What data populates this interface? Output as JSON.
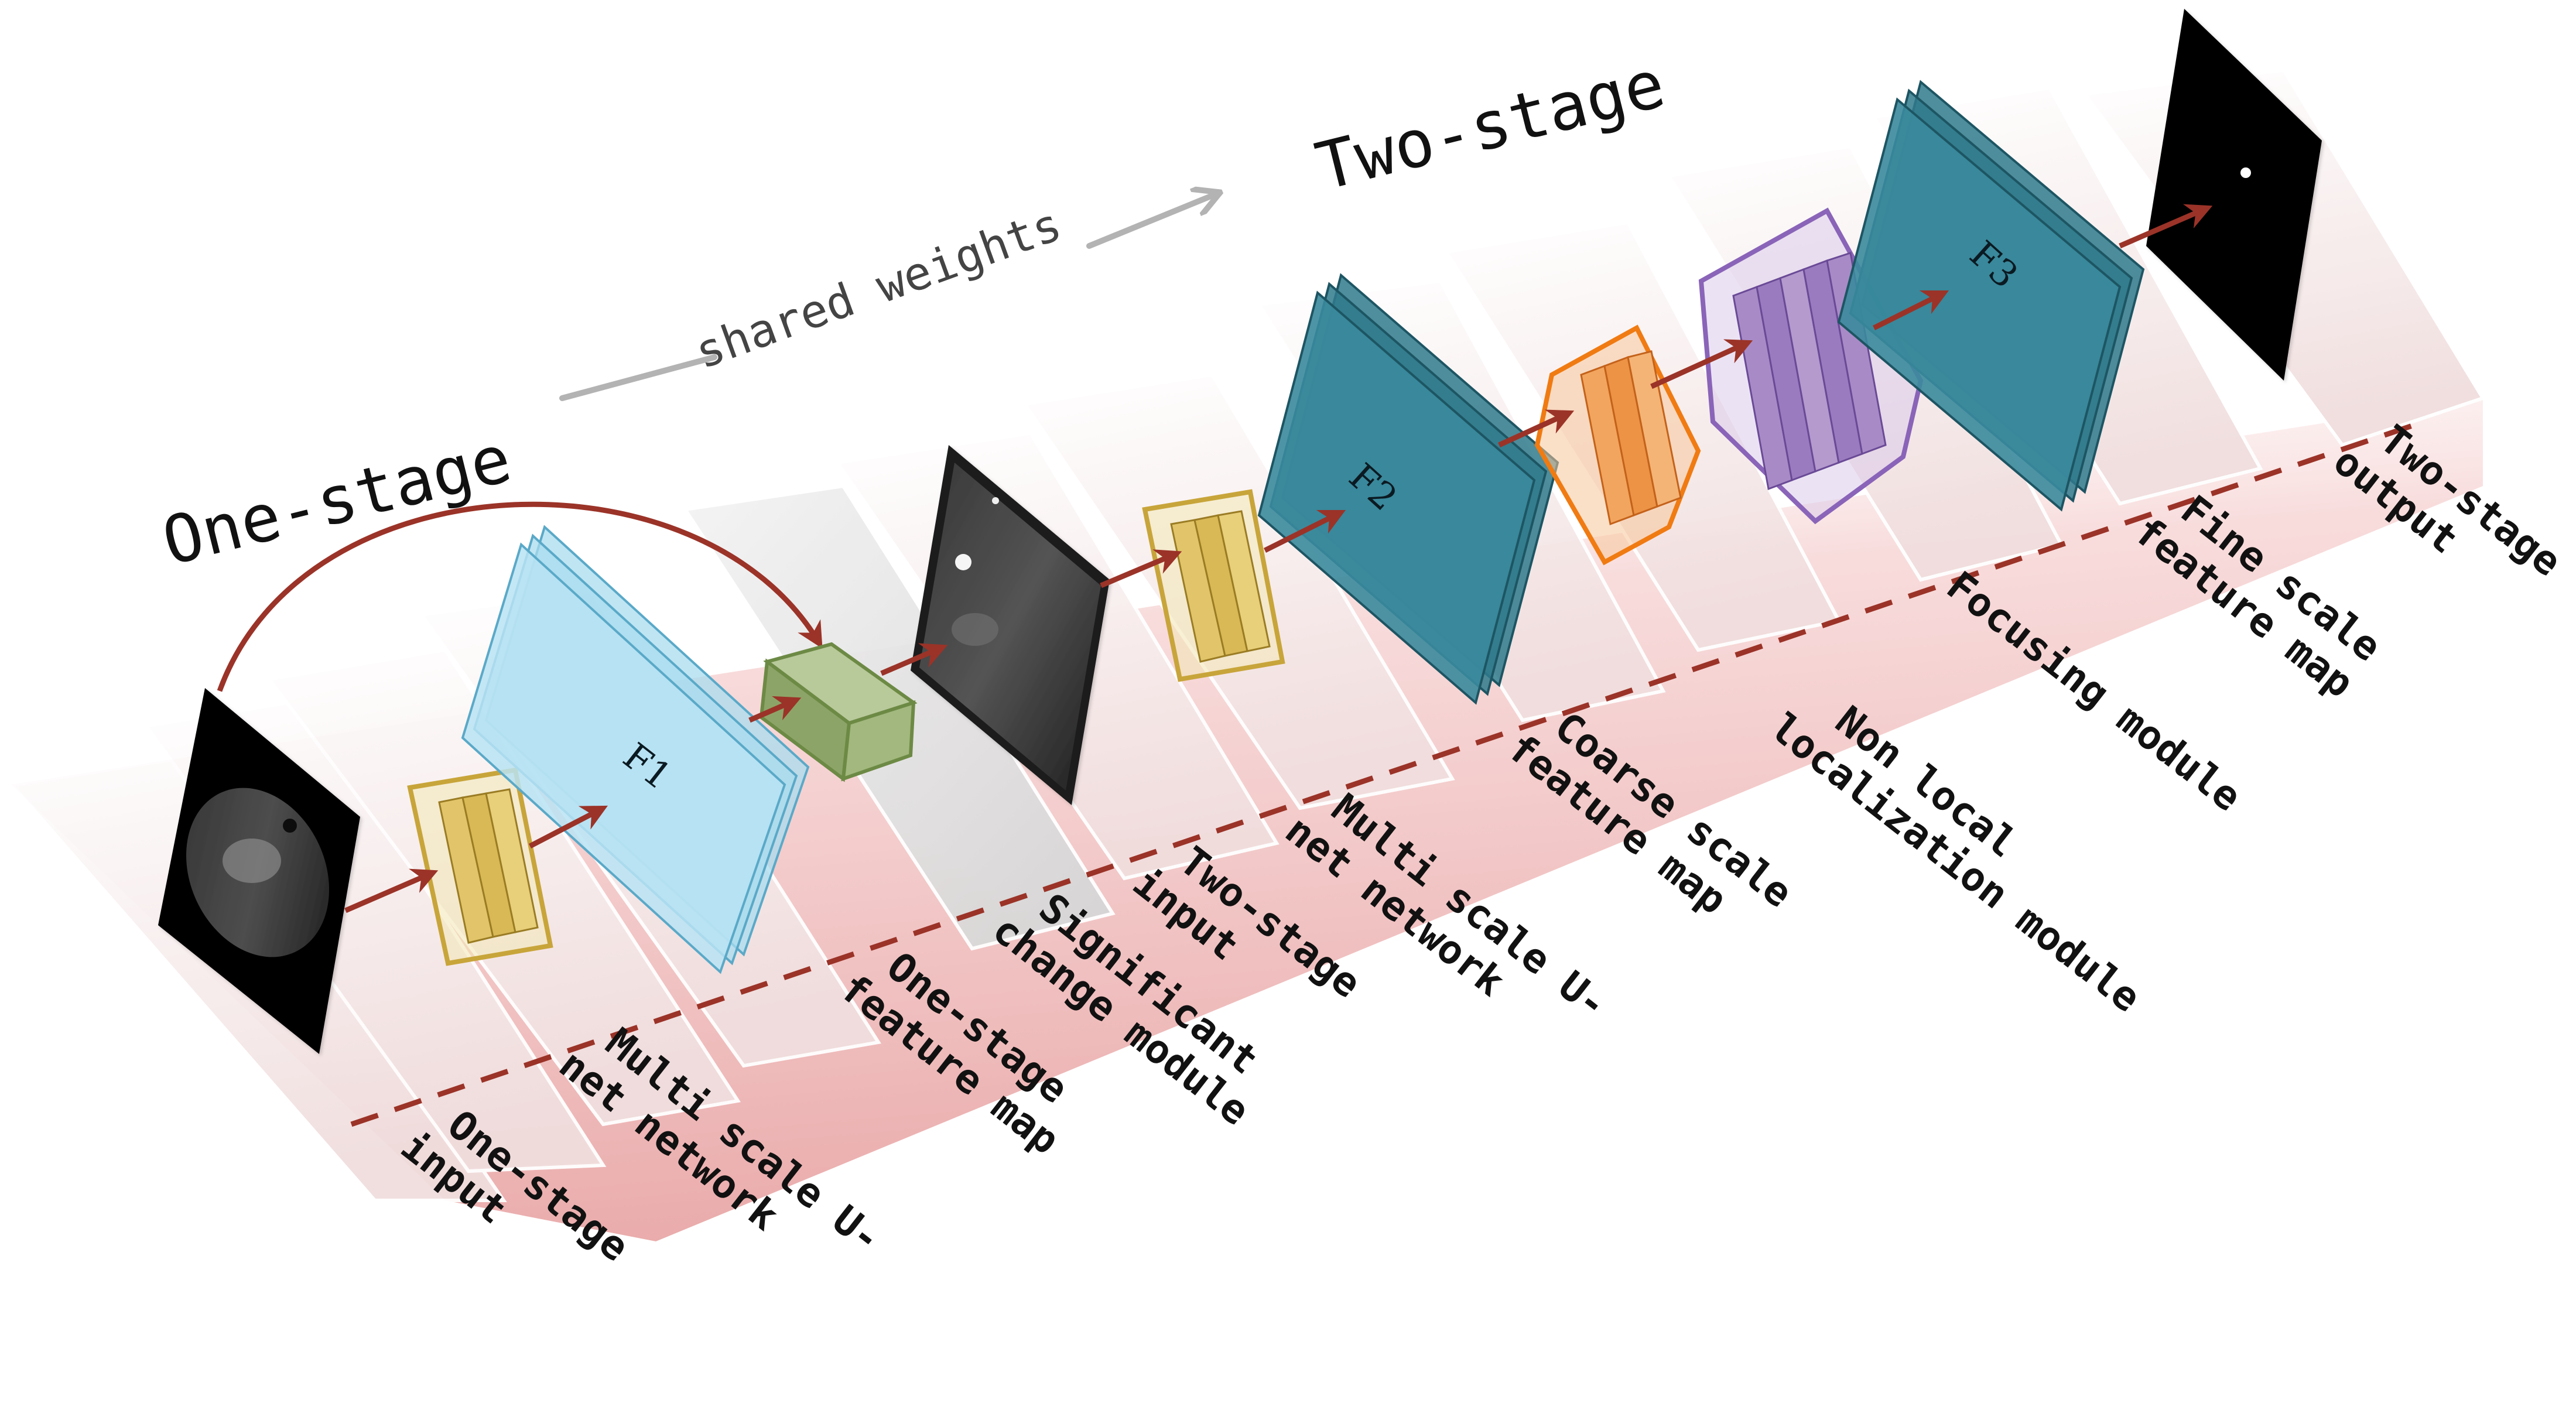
{
  "titles": {
    "one_stage": "One-stage",
    "two_stage": "Two-stage",
    "shared_weights": "shared weights"
  },
  "feature_maps": {
    "f1": "F1",
    "f2": "F2",
    "f3": "F3"
  },
  "labels": [
    {
      "id": "one-stage-input",
      "lines": [
        "One-stage",
        "input"
      ]
    },
    {
      "id": "multi-scale-unet-1",
      "lines": [
        "Multi scale U-",
        "net network"
      ]
    },
    {
      "id": "one-stage-feature-map",
      "lines": [
        "One-stage",
        "feature map"
      ]
    },
    {
      "id": "significant-change-module",
      "lines": [
        "Significant",
        "change module"
      ]
    },
    {
      "id": "two-stage-input",
      "lines": [
        "Two-stage",
        "input"
      ]
    },
    {
      "id": "multi-scale-unet-2",
      "lines": [
        "Multi scale U-",
        "net network"
      ]
    },
    {
      "id": "coarse-scale-feature-map",
      "lines": [
        "Coarse scale",
        "feature map"
      ]
    },
    {
      "id": "non-local-localization-module",
      "lines": [
        "Non local",
        "localization module"
      ]
    },
    {
      "id": "focusing-module",
      "lines": [
        "Focusing module"
      ]
    },
    {
      "id": "fine-scale-feature-map",
      "lines": [
        "Fine scale",
        "feature map"
      ]
    },
    {
      "id": "two-stage-output",
      "lines": [
        "Two-stage",
        "output"
      ]
    }
  ],
  "colors": {
    "arrow": "#9b3328",
    "dashed_line": "#9b3328",
    "band_pink": "#eeb3b3",
    "unet_fill": "#e2c56a",
    "unet_stroke": "#c8a53a",
    "f1_fill": "#a9dcef",
    "f2_f3_fill": "#2f7a8c",
    "significant_fill": "#8da468",
    "coarse_fill": "#f2a55e",
    "coarse_stroke": "#f07b12",
    "nonlocal_fill": "#a88bc6",
    "nonlocal_stroke": "#8a64b8",
    "shared_arrow": "#b3b3b3"
  }
}
